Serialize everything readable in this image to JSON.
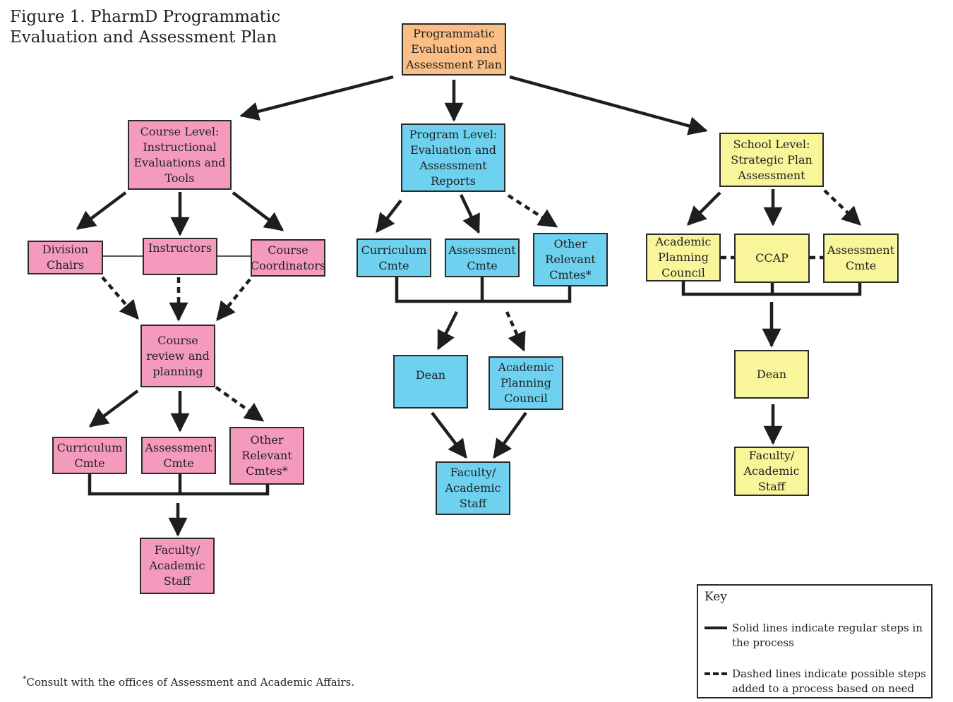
{
  "figure": {
    "title_line1": "Figure 1. PharmD Programmatic",
    "title_line2": "Evaluation and Assessment Plan"
  },
  "colors": {
    "root": "#fbbf85",
    "course_level": "#f49bbd",
    "program_level": "#6dd1ef",
    "school_level": "#f8f59a",
    "line": "#1e1e1e"
  },
  "nodes": {
    "root": [
      "Programmatic",
      "Evaluation and",
      "Assessment Plan"
    ],
    "course_level": [
      "Course Level:",
      "Instructional",
      "Evaluations and",
      "Tools"
    ],
    "division_chairs": [
      "Division",
      "Chairs"
    ],
    "instructors": [
      "Instructors"
    ],
    "course_coordinators": [
      "Course",
      "Coordinators"
    ],
    "course_review": [
      "Course",
      "review and",
      "planning"
    ],
    "course_curriculum": [
      "Curriculum",
      "Cmte"
    ],
    "course_assessment": [
      "Assessment",
      "Cmte"
    ],
    "course_other": [
      "Other",
      "Relevant",
      "Cmtes*"
    ],
    "course_faculty": [
      "Faculty/",
      "Academic",
      "Staff"
    ],
    "program_level": [
      "Program Level:",
      "Evaluation and",
      "Assessment",
      "Reports"
    ],
    "program_curriculum": [
      "Curriculum",
      "Cmte"
    ],
    "program_assessment": [
      "Assessment",
      "Cmte"
    ],
    "program_other": [
      "Other",
      "Relevant",
      "Cmtes*"
    ],
    "program_dean": [
      "Dean"
    ],
    "program_apc": [
      "Academic",
      "Planning",
      "Council"
    ],
    "program_faculty": [
      "Faculty/",
      "Academic",
      "Staff"
    ],
    "school_level": [
      "School Level:",
      "Strategic Plan",
      "Assessment"
    ],
    "school_apc": [
      "Academic",
      "Planning",
      "Council"
    ],
    "school_ccap": [
      "CCAP"
    ],
    "school_assessment": [
      "Assessment",
      "Cmte"
    ],
    "school_dean": [
      "Dean"
    ],
    "school_faculty": [
      "Faculty/",
      "Academic",
      "Staff"
    ]
  },
  "footnote": {
    "mark": "*",
    "text": "Consult with the offices of Assessment and Academic Affairs."
  },
  "key": {
    "title": "Key",
    "solid_label": "Solid lines indicate regular steps in the process",
    "dashed_label": "Dashed lines indicate possible steps added to a process based on need"
  }
}
